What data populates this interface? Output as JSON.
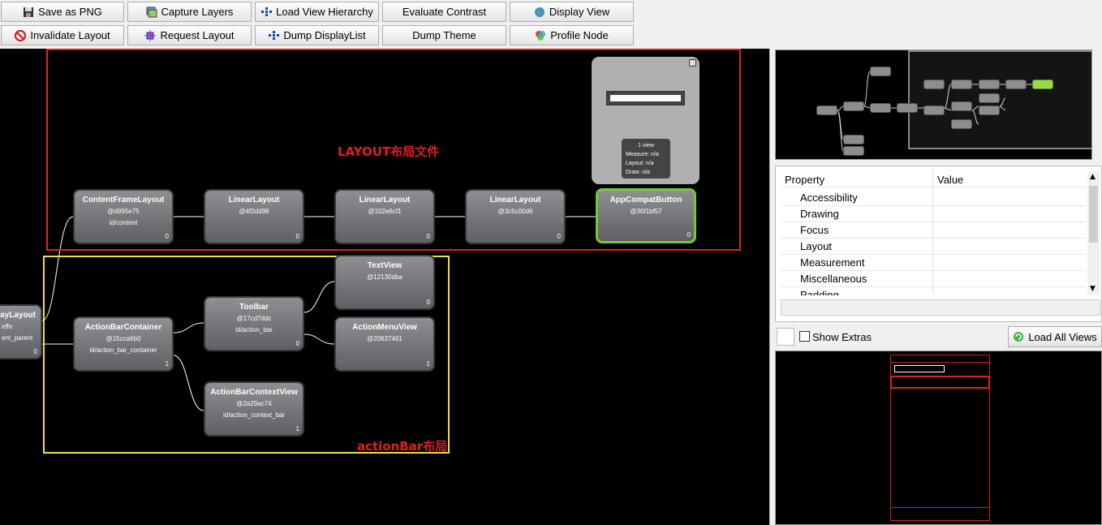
{
  "toolbar": {
    "save_png": "Save as PNG",
    "capture_layers": "Capture Layers",
    "load_view_hierarchy": "Load View Hierarchy",
    "evaluate_contrast": "Evaluate Contrast",
    "display_view": "Display View",
    "invalidate_layout": "Invalidate Layout",
    "request_layout": "Request Layout",
    "dump_displaylist": "Dump DisplayList",
    "dump_theme": "Dump Theme",
    "profile_node": "Profile Node"
  },
  "annotations": {
    "layout_label": "LAYOUT布局文件",
    "actionbar_label": "actionBar布局",
    "layout_box_color": "#e02020",
    "actionbar_box_color": "#f0e040"
  },
  "nodes": {
    "root": {
      "name": "layLayout",
      "hash": "effe",
      "id": "ent_parent",
      "count": "0"
    },
    "content_frame": {
      "name": "ContentFrameLayout",
      "hash": "@d995e75",
      "id": "id/content",
      "count": "0"
    },
    "linear1": {
      "name": "LinearLayout",
      "hash": "@4f2dd98",
      "id": "",
      "count": "0"
    },
    "linear2": {
      "name": "LinearLayout",
      "hash": "@102e6cf1",
      "id": "",
      "count": "0"
    },
    "linear3": {
      "name": "LinearLayout",
      "hash": "@3c5c00d6",
      "id": "",
      "count": "0"
    },
    "appcompat_button": {
      "name": "AppCompatButton",
      "hash": "@36f1bf57",
      "id": "",
      "count": "0"
    },
    "actionbar_container": {
      "name": "ActionBarContainer",
      "hash": "@15cca6b0",
      "id": "id/action_bar_container",
      "count": "1"
    },
    "toolbar_node": {
      "name": "Toolbar",
      "hash": "@17cd7ddc",
      "id": "id/action_bar",
      "count": "0"
    },
    "textview": {
      "name": "TextView",
      "hash": "@12130dba",
      "id": "",
      "count": "0"
    },
    "actionmenuview": {
      "name": "ActionMenuView",
      "hash": "@20637461",
      "id": "",
      "count": "1"
    },
    "actionbar_context": {
      "name": "ActionBarContextView",
      "hash": "@2a29ac74",
      "id": "id/action_context_bar",
      "count": "1"
    }
  },
  "tooltip": {
    "views": "1 view",
    "measure": "Measure: n/a",
    "layout": "Layout: n/a",
    "draw": "Draw: n/a"
  },
  "properties": {
    "header_property": "Property",
    "header_value": "Value",
    "rows": [
      "Accessibility",
      "Drawing",
      "Focus",
      "Layout",
      "Measurement",
      "Miscellaneous",
      "Padding"
    ]
  },
  "extras": {
    "show_extras": "Show Extras",
    "load_all_views": "Load All Views"
  },
  "colors": {
    "selected_border": "#7cc634",
    "mini_selected": "#98d94a",
    "canvas_bg": "#000000"
  }
}
